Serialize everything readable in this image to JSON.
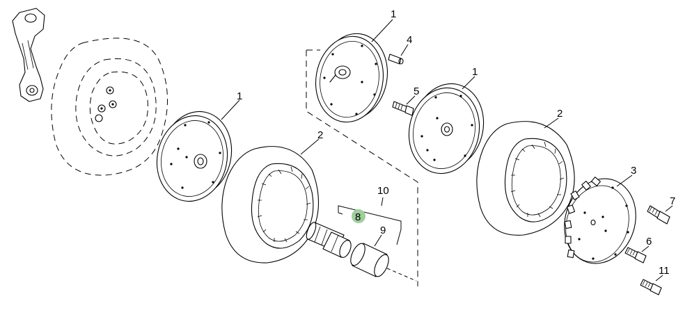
{
  "callouts": {
    "c1a": "1",
    "c1b": "1",
    "c1c": "1",
    "c2a": "2",
    "c2b": "2",
    "c3": "3",
    "c4": "4",
    "c5": "5",
    "c6": "6",
    "c7": "7",
    "c8": "8",
    "c9": "9",
    "c10": "10",
    "c11": "11"
  },
  "colors": {
    "highlight": "#9fce9c",
    "line": "#000000",
    "background": "#ffffff"
  }
}
